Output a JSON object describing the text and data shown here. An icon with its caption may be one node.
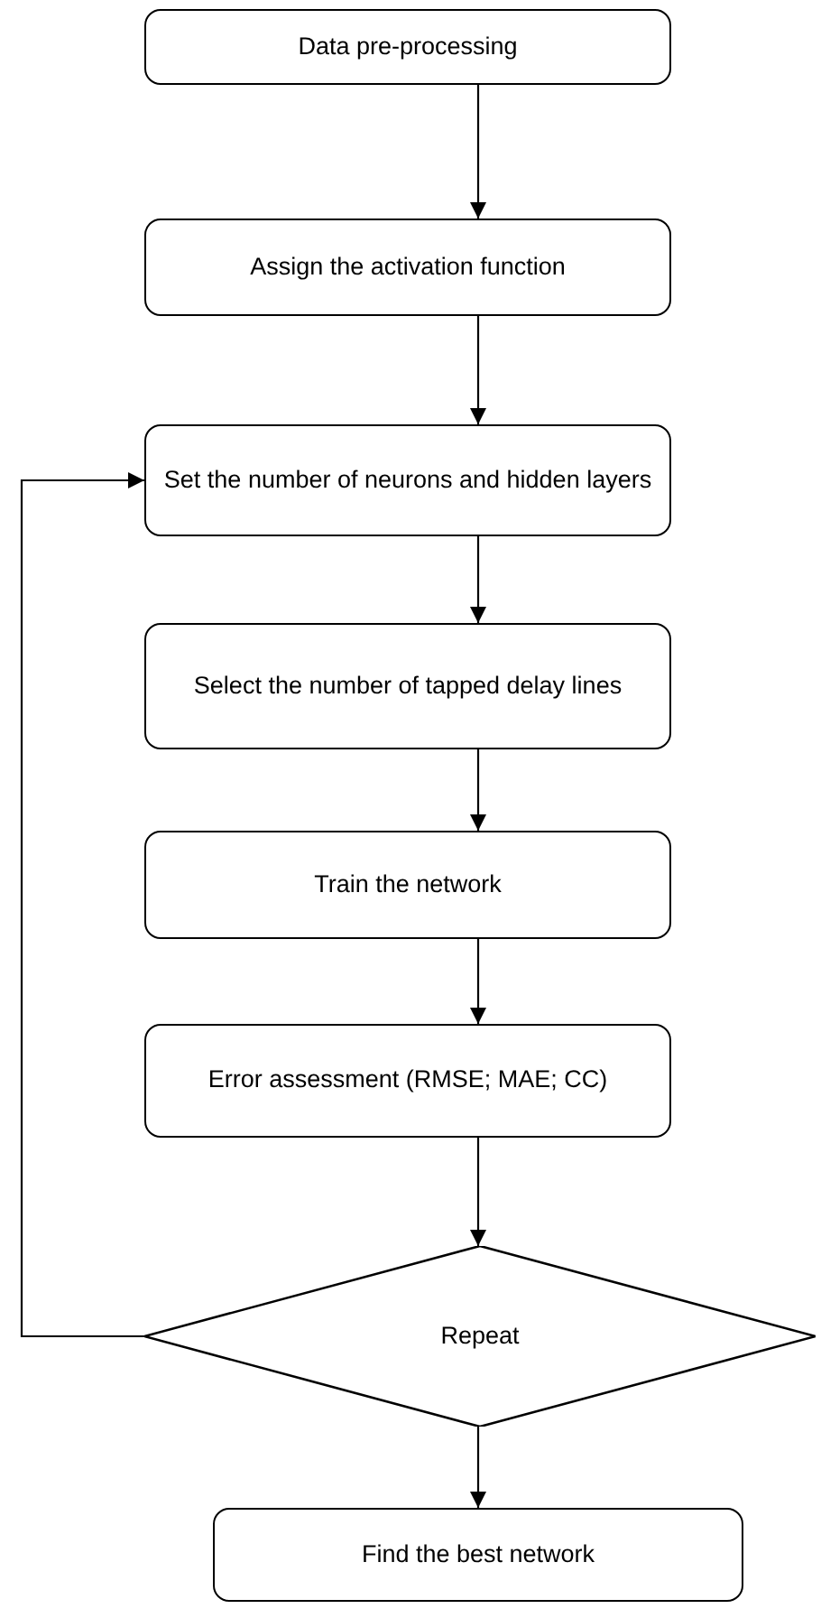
{
  "diagram": {
    "nodes": [
      {
        "text": [
          "Data pre-processing"
        ]
      },
      {
        "text": [
          "Assign the activation function"
        ]
      },
      {
        "text": [
          "Set the number of neurons and hidden layers"
        ]
      },
      {
        "text": [
          "Select the number of tapped delay lines"
        ]
      },
      {
        "text": [
          "Train the network"
        ]
      },
      {
        "text": [
          "Error assessment (RMSE; MAE; CC)"
        ]
      },
      {
        "text": [
          "Repeat"
        ]
      },
      {
        "text": [
          "Find the best network"
        ]
      }
    ],
    "edges": [
      {
        "from": 0,
        "to": 1,
        "arrow": "to"
      },
      {
        "from": 1,
        "to": 2,
        "arrow": "to"
      },
      {
        "from": 2,
        "to": 3,
        "arrow": "to"
      },
      {
        "from": 3,
        "to": 4,
        "arrow": "to"
      },
      {
        "from": 4,
        "to": 5,
        "arrow": "to"
      },
      {
        "from": 5,
        "to": 6,
        "arrow": "to"
      },
      {
        "from": 6,
        "to": 7,
        "arrow": "to"
      },
      {
        "from": 6,
        "to": 2,
        "arrow": "to"
      }
    ]
  }
}
